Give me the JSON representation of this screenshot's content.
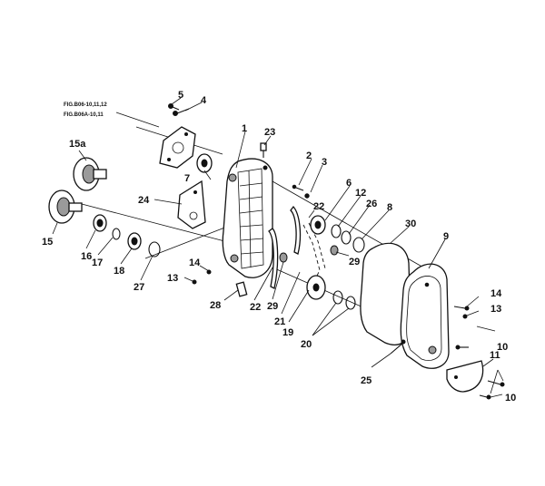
{
  "figure_refs": [
    "FIG.B06-10,11,12",
    "FIG.B06A-10,11"
  ],
  "callouts": {
    "c1": "1",
    "c2": "2",
    "c3": "3",
    "c4": "4",
    "c5": "5",
    "c6": "6",
    "c7": "7",
    "c8": "8",
    "c9": "9",
    "c10a": "10",
    "c10b": "10",
    "c11": "11",
    "c12": "12",
    "c13a": "13",
    "c13b": "13",
    "c14a": "14",
    "c14b": "14",
    "c15": "15",
    "c15a": "15a",
    "c16": "16",
    "c17": "17",
    "c18": "18",
    "c19": "19",
    "c20": "20",
    "c21": "21",
    "c22a": "22",
    "c22b": "22",
    "c23": "23",
    "c24": "24",
    "c25": "25",
    "c26": "26",
    "c27": "27",
    "c28": "28",
    "c29a": "29",
    "c29b": "29",
    "c30": "30"
  }
}
